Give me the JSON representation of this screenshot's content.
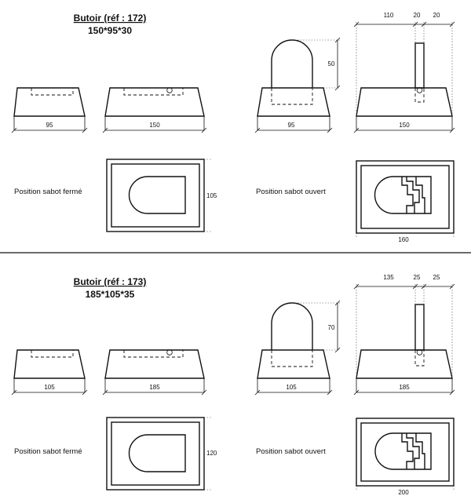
{
  "sections": [
    {
      "title": "Butoir (réf : 172)",
      "size": "150*95*30",
      "dims": {
        "side_width": "95",
        "front_width": "150",
        "open_side_width": "95",
        "open_front_width": "150",
        "arch_height": "50",
        "top_left": "110",
        "top_mid": "20",
        "top_right": "20",
        "closed_plan_depth": "105",
        "open_plan_width": "160"
      },
      "label_closed": "Position sabot fermé",
      "label_open": "Position sabot ouvert"
    },
    {
      "title": "Butoir (réf : 173)",
      "size": "185*105*35",
      "dims": {
        "side_width": "105",
        "front_width": "185",
        "open_side_width": "105",
        "open_front_width": "185",
        "arch_height": "70",
        "top_left": "135",
        "top_mid": "25",
        "top_right": "25",
        "closed_plan_depth": "120",
        "open_plan_width": "200"
      },
      "label_closed": "Position sabot fermé",
      "label_open": "Position sabot ouvert"
    }
  ]
}
